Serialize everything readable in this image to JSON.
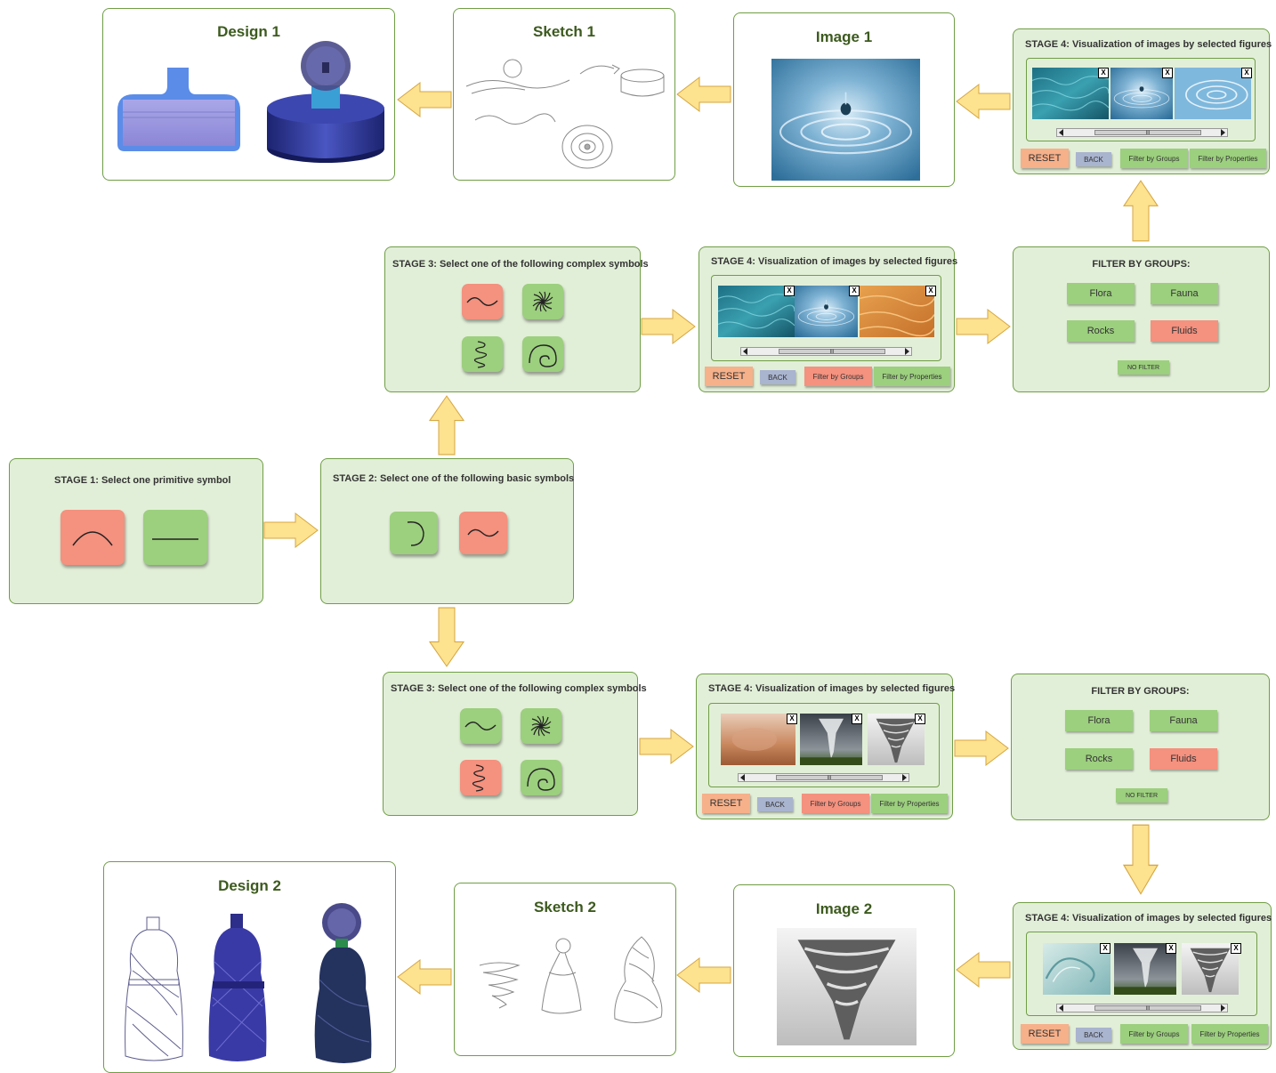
{
  "stage1": {
    "title": "STAGE 1: Select one primitive symbol"
  },
  "stage2": {
    "title": "STAGE 2: Select one of the following basic symbols"
  },
  "stage3_top": {
    "title": "STAGE 3: Select one of the following complex symbols"
  },
  "stage3_bottom": {
    "title": "STAGE 3: Select one of the following complex symbols"
  },
  "stage4_mid_top": {
    "title": "STAGE 4: Visualization of images by selected figures"
  },
  "stage4_mid_bottom": {
    "title": "STAGE 4: Visualization of images by selected figures"
  },
  "stage4_top_right": {
    "title": "STAGE 4: Visualization of images by selected figures"
  },
  "stage4_bottom_right": {
    "title": "STAGE 4: Visualization of images by selected figures"
  },
  "buttons": {
    "reset": "RESET",
    "back": "BACK",
    "filter_groups": "Filter by Groups",
    "filter_properties": "Filter by Properties",
    "x": "X",
    "scroll_grip": "III"
  },
  "filter_top": {
    "title": "FILTER BY GROUPS:",
    "groups": [
      "Flora",
      "Fauna",
      "Rocks",
      "Fluids"
    ],
    "selected": "Fluids",
    "no_filter": "NO FILTER"
  },
  "filter_bottom": {
    "title": "FILTER BY GROUPS:",
    "groups": [
      "Flora",
      "Fauna",
      "Rocks",
      "Fluids"
    ],
    "selected": "Fluids",
    "no_filter": "NO FILTER"
  },
  "outputs_top": {
    "design": "Design 1",
    "sketch": "Sketch 1",
    "image": "Image 1"
  },
  "outputs_bottom": {
    "design": "Design 2",
    "sketch": "Sketch 2",
    "image": "Image 2"
  },
  "colors": {
    "selected": "#f4917f",
    "unselected": "#9ccf7e",
    "panel": "#e2efd8",
    "border": "#6f9e45",
    "arrow": "#fde28f"
  }
}
